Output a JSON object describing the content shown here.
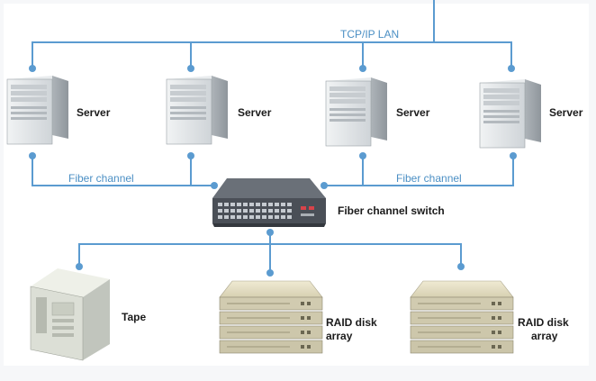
{
  "network": {
    "lan_label": "TCP/IP LAN",
    "fc_left_label": "Fiber channel",
    "fc_right_label": "Fiber channel",
    "switch_label": "Fiber channel switch"
  },
  "servers": [
    {
      "label": "Server"
    },
    {
      "label": "Server"
    },
    {
      "label": "Server"
    },
    {
      "label": "Server"
    }
  ],
  "storage": {
    "tape_label": "Tape",
    "raid_1_label_line1": "RAID disk",
    "raid_1_label_line2": "array",
    "raid_2_label_line1": "RAID disk",
    "raid_2_label_line2": "array"
  },
  "colors": {
    "link": "#5b9bd0",
    "label_blue": "#4b8fc4",
    "device_face": "#e3e6e8",
    "device_side": "#b7bcc0",
    "switch_body": "#4a4f57",
    "raid_body": "#d9d4bb"
  }
}
